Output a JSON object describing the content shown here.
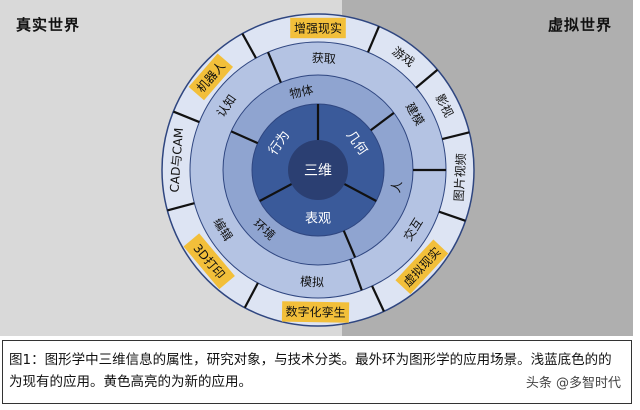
{
  "worlds": {
    "left": "真实世界",
    "right": "虚拟世界"
  },
  "colors": {
    "bg_left": "#d9d9d9",
    "bg_right": "#afafaf",
    "outer_ring": "#dde4f3",
    "ring2": "#b4c3e3",
    "ring3": "#8fa4d0",
    "ring4": "#3a5a9a",
    "center": "#2b3f72",
    "highlight": "#f2bf3a",
    "divider": "#111111",
    "edge": "#2f4680"
  },
  "diagram": {
    "center_label": "三维",
    "attributes": [
      {
        "label": "行为",
        "angle": -55
      },
      {
        "label": "几何",
        "angle": 55
      },
      {
        "label": "表观",
        "angle": 180
      }
    ],
    "attribute_dividers": [
      0,
      118,
      242
    ],
    "objects": [
      {
        "label": "物体",
        "angle": -12
      },
      {
        "label": "人",
        "angle": 102
      },
      {
        "label": "环境",
        "angle": 222
      }
    ],
    "object_dividers": [
      -66,
      53,
      157
    ],
    "techniques": [
      {
        "label": "获取",
        "angle": 3
      },
      {
        "label": "建模",
        "angle": 60
      },
      {
        "label": "交互",
        "angle": 122
      },
      {
        "label": "模拟",
        "angle": 183
      },
      {
        "label": "编辑",
        "angle": 238
      },
      {
        "label": "认知",
        "angle": 305
      }
    ],
    "technique_dividers": [
      -23,
      90,
      160
    ],
    "applications": [
      {
        "label": "增强现实",
        "angle": 0,
        "highlight": true
      },
      {
        "label": "游戏",
        "angle": 37,
        "highlight": false
      },
      {
        "label": "影视",
        "angle": 63,
        "highlight": false
      },
      {
        "label": "图片视频",
        "angle": 93,
        "highlight": false
      },
      {
        "label": "虚拟现实",
        "angle": 133,
        "highlight": true
      },
      {
        "label": "数字化孪生",
        "angle": 181,
        "highlight": true
      },
      {
        "label": "3D打印",
        "angle": 230,
        "highlight": true
      },
      {
        "label": "CAD与CAM",
        "angle": 274,
        "highlight": false
      },
      {
        "label": "机器人",
        "angle": 311,
        "highlight": true
      }
    ],
    "application_dividers": [
      -29,
      23,
      50,
      76,
      109,
      155,
      208,
      255,
      292
    ]
  },
  "caption": {
    "text": "图1：图形学中三维信息的属性，研究对象，与技术分类。最外环为图形学的应用场景。浅蓝底色的的为现有的应用。黄色高亮的为新的应用。",
    "watermark": "头条 @多智时代"
  }
}
